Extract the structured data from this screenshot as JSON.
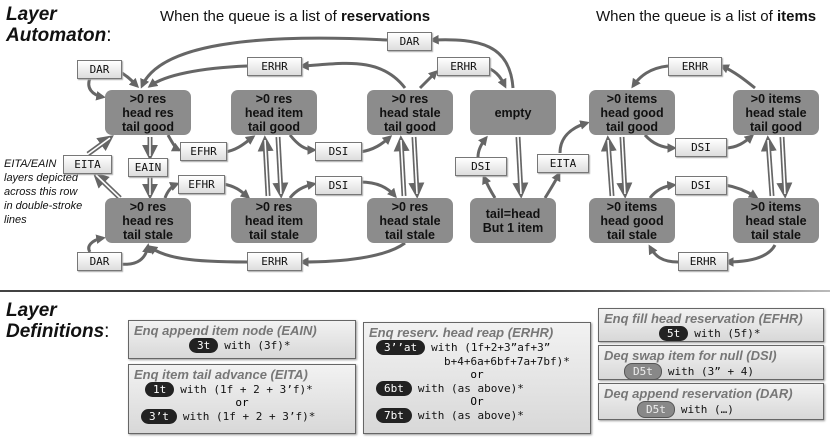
{
  "automaton": {
    "title_line1": "Layer",
    "title_line2": "Automaton",
    "title_colon": ":",
    "sub_res_prefix": "When the queue is a list of ",
    "sub_res_bold": "reservations",
    "sub_items_prefix": "When the queue is a list of ",
    "sub_items_bold": "items",
    "note": "EITA/EAIN layers depicted across this row in double-stroke lines",
    "states": [
      ">0 res\nhead res\ntail good",
      ">0 res\nhead item\ntail good",
      ">0 res\nhead stale\ntail good",
      "empty",
      ">0 items\nhead good\ntail good",
      ">0 items\nhead stale\ntail good",
      ">0 res\nhead res\ntail stale",
      ">0 res\nhead item\ntail stale",
      ">0 res\nhead stale\ntail stale",
      "tail=head\nBut 1 item",
      ">0 items\nhead good\ntail stale",
      ">0 items\nhead stale\ntail stale"
    ],
    "transitions": [
      "DAR",
      "DAR",
      "ERHR",
      "ERHR",
      "EFHR",
      "DSI",
      "EITA",
      "EAIN",
      "EFHR",
      "DSI",
      "DAR",
      "ERHR",
      "DSI",
      "EITA",
      "ERHR",
      "DSI",
      "DSI",
      "ERHR"
    ]
  },
  "definitions": {
    "title_line1": "Layer",
    "title_line2": "Definitions",
    "title_colon": ":",
    "eain": {
      "title": "Enq append item node (EAIN)",
      "pill": "3t",
      "text": "with (3f)*"
    },
    "eita": {
      "title": "Enq item tail advance (EITA)",
      "pill1": "1t",
      "text1": "with (1f + 2 + 3’f)*",
      "or": "or",
      "pill2": "3’t",
      "text2": "with (1f + 2 + 3’f)*"
    },
    "erhr": {
      "title": "Enq reserv. head reap (ERHR)",
      "pill1": "3’’at",
      "text1a": "with (1f+2+3”af+3”",
      "text1b": "b+4+6a+6bf+7a+7bf)*",
      "or1": "or",
      "pill2": "6bt",
      "text2": "with (as above)*",
      "or2": "Or",
      "pill3": "7bt",
      "text3": "with (as above)*"
    },
    "efhr": {
      "title": "Enq fill head reservation (EFHR)",
      "pill": "5t",
      "text": "with (5f)*"
    },
    "dsi": {
      "title": "Deq swap item for null (DSI)",
      "pill": "D5t",
      "text": "with (3” + 4)"
    },
    "dar": {
      "title": "Deq append reservation (DAR)",
      "pill": "D5t",
      "text": "with (…)"
    }
  }
}
